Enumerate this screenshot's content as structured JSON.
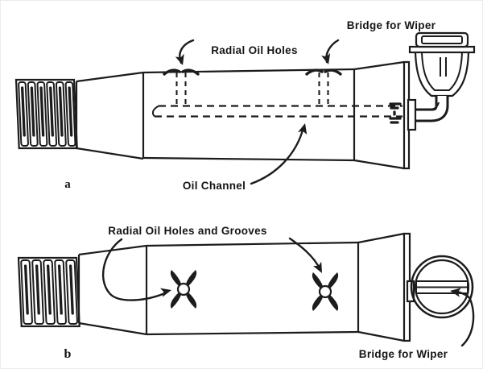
{
  "canvas": {
    "background": "#ffffff",
    "ink": "#1c1c1c"
  },
  "figure_a": {
    "letter": "a",
    "labels": {
      "bridge_for_wiper": "Bridge for Wiper",
      "radial_oil_holes": "Radial Oil Holes",
      "oil_channel": "Oil Channel"
    }
  },
  "figure_b": {
    "letter": "b",
    "labels": {
      "radial_oil_holes_and_grooves": "Radial Oil Holes and Grooves",
      "bridge_for_wiper": "Bridge for Wiper"
    }
  }
}
